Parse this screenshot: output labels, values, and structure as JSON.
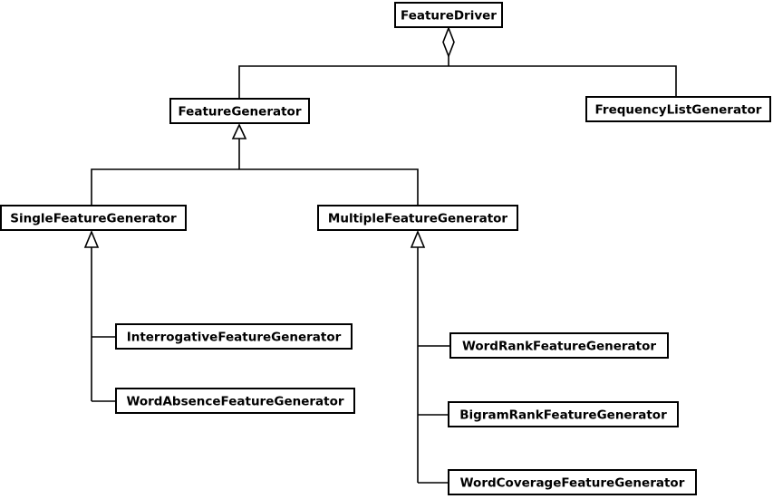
{
  "classes": {
    "feature_driver": "FeatureDriver",
    "feature_generator": "FeatureGenerator",
    "frequency_list_generator": "FrequencyListGenerator",
    "single_feature_generator": "SingleFeatureGenerator",
    "multiple_feature_generator": "MultipleFeatureGenerator",
    "interrogative_feature_generator": "InterrogativeFeatureGenerator",
    "word_absence_feature_generator": "WordAbsenceFeatureGenerator",
    "word_rank_feature_generator": "WordRankFeatureGenerator",
    "bigram_rank_feature_generator": "BigramRankFeatureGenerator",
    "word_coverage_feature_generator": "WordCoverageFeatureGenerator"
  },
  "relations": [
    {
      "type": "aggregation",
      "whole": "FeatureDriver",
      "part": "FeatureGenerator"
    },
    {
      "type": "aggregation",
      "whole": "FeatureDriver",
      "part": "FrequencyListGenerator"
    },
    {
      "type": "inheritance",
      "child": "SingleFeatureGenerator",
      "parent": "FeatureGenerator"
    },
    {
      "type": "inheritance",
      "child": "MultipleFeatureGenerator",
      "parent": "FeatureGenerator"
    },
    {
      "type": "inheritance",
      "child": "InterrogativeFeatureGenerator",
      "parent": "SingleFeatureGenerator"
    },
    {
      "type": "inheritance",
      "child": "WordAbsenceFeatureGenerator",
      "parent": "SingleFeatureGenerator"
    },
    {
      "type": "inheritance",
      "child": "WordRankFeatureGenerator",
      "parent": "MultipleFeatureGenerator"
    },
    {
      "type": "inheritance",
      "child": "BigramRankFeatureGenerator",
      "parent": "MultipleFeatureGenerator"
    },
    {
      "type": "inheritance",
      "child": "WordCoverageFeatureGenerator",
      "parent": "MultipleFeatureGenerator"
    }
  ],
  "colors": {
    "line": "#000000",
    "box_fill": "#ffffff",
    "background": "#ffffff"
  }
}
